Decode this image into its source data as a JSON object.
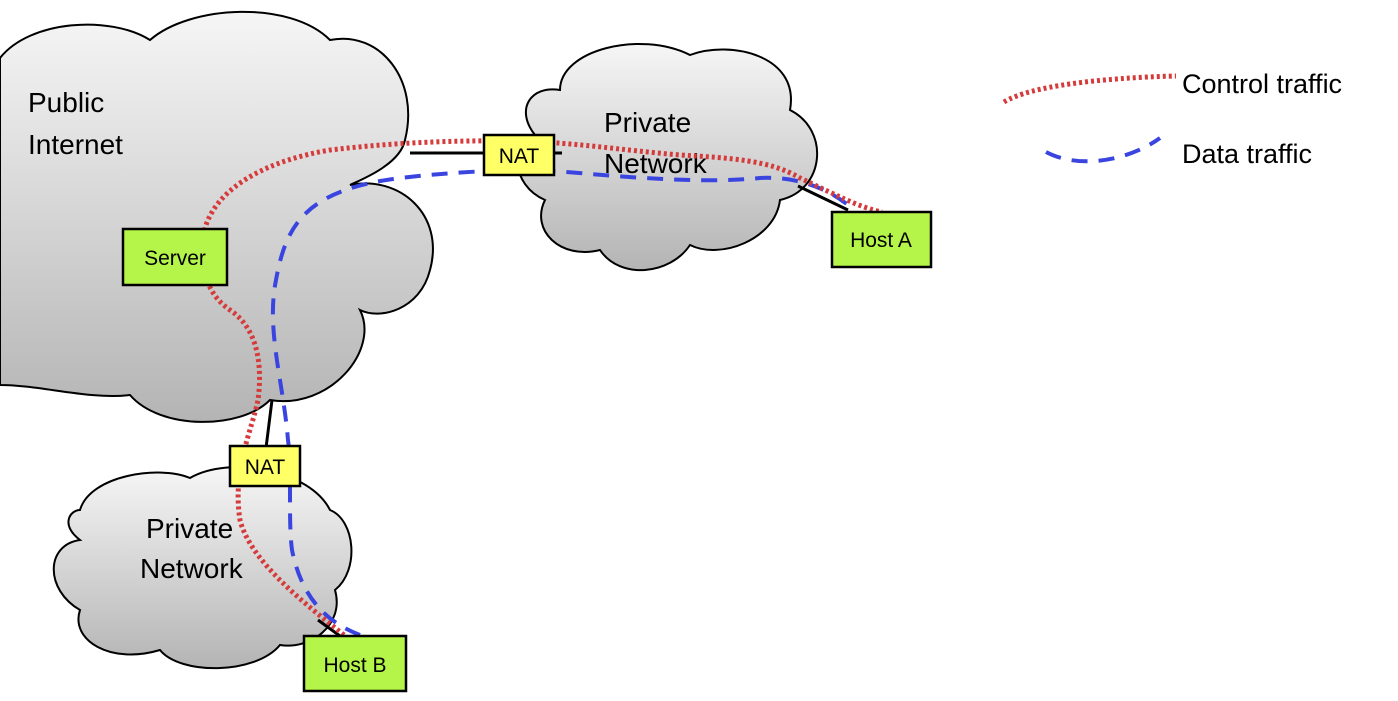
{
  "clouds": {
    "public_internet": {
      "line1": "Public",
      "line2": "Internet"
    },
    "private_network_a": {
      "line1": "Private",
      "line2": "Network"
    },
    "private_network_b": {
      "line1": "Private",
      "line2": "Network"
    }
  },
  "nodes": {
    "server": "Server",
    "host_a": "Host A",
    "host_b": "Host B",
    "nat_a": "NAT",
    "nat_b": "NAT"
  },
  "legend": {
    "control": "Control traffic",
    "data": "Data traffic"
  },
  "colors": {
    "control_traffic": "#d63b3b",
    "data_traffic": "#3a45e0",
    "host_fill": "#b5f54a",
    "nat_fill": "#ffff66",
    "cloud_light": "#f4f4f4",
    "cloud_dark": "#b9b9b9"
  }
}
